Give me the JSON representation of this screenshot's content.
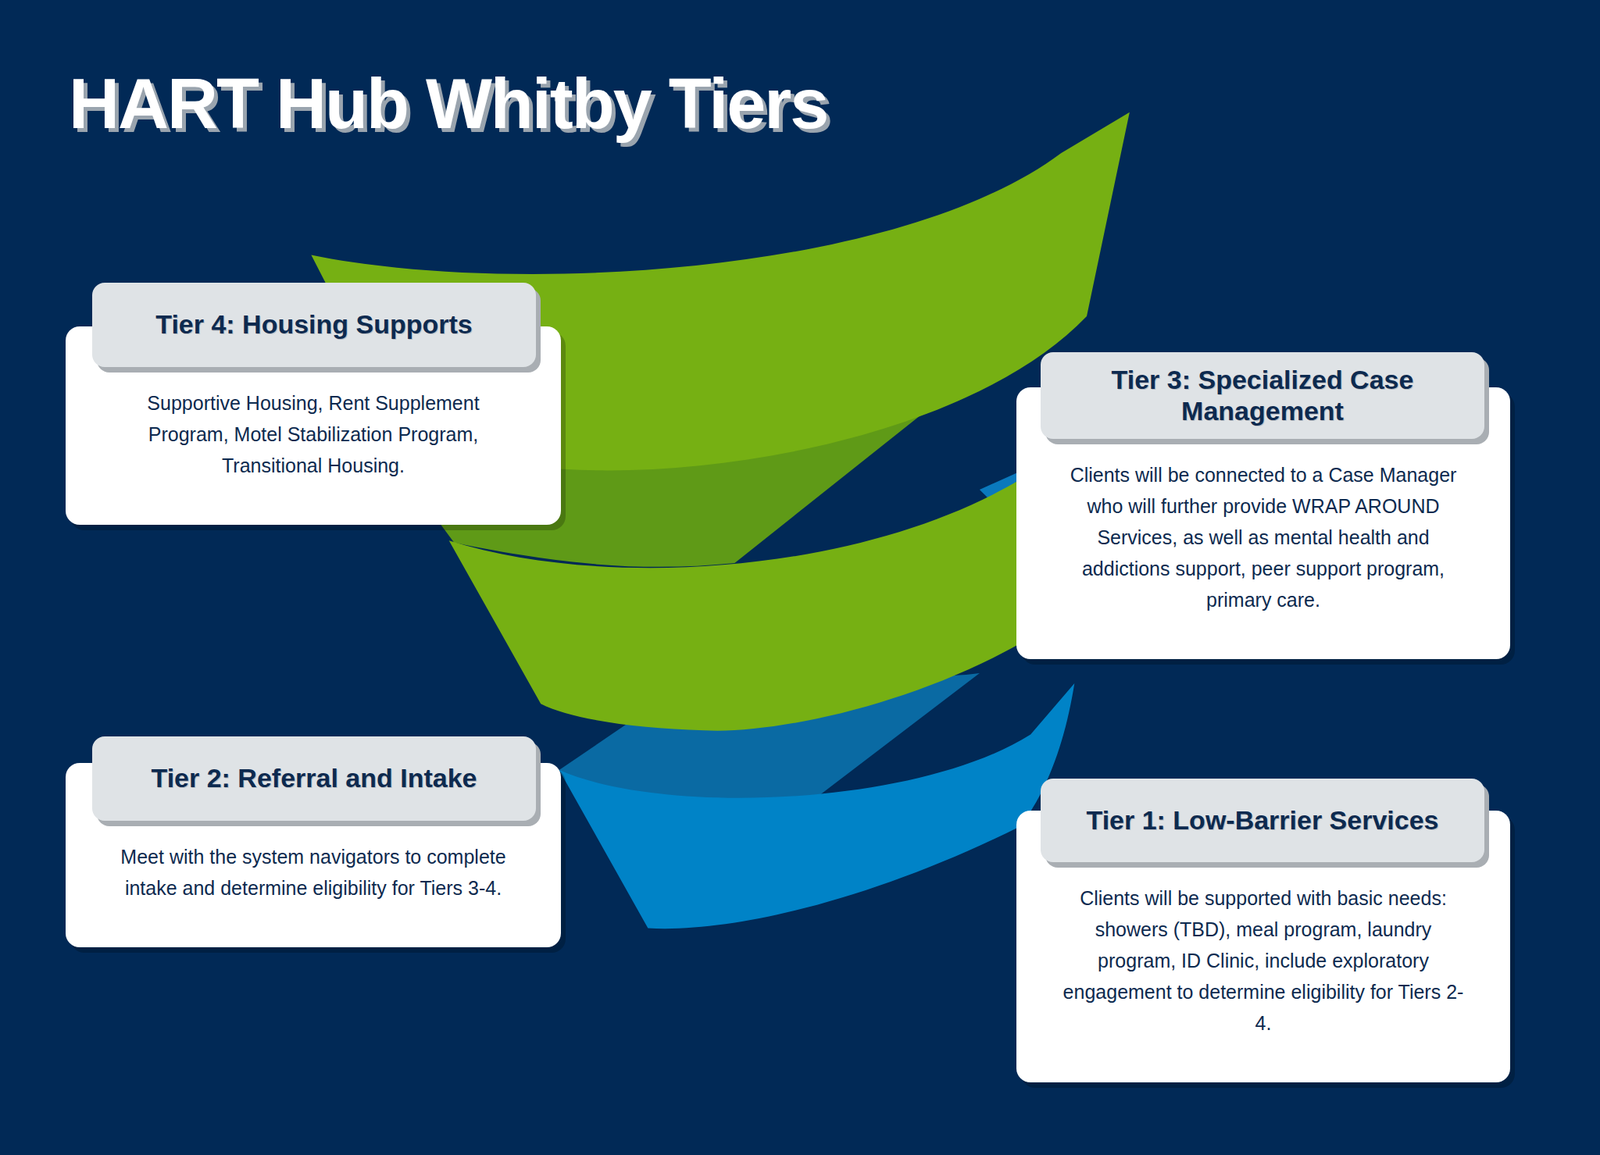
{
  "diagram": {
    "title": "HART Hub Whitby Tiers",
    "nodes": [
      {
        "text": [
          "Tier 4: Housing Supports",
          "Supportive Housing, Rent Supplement Program, Motel Stabilization Program, Transitional Housing."
        ]
      },
      {
        "text": [
          "Tier 3: Specialized Case Management",
          "Clients will be connected to a Case Manager who will further provide WRAP AROUND Services, as well as mental health and addictions support, peer support program, primary care."
        ]
      },
      {
        "text": [
          "Tier 2: Referral and Intake",
          "Meet with the system navigators to complete intake and determine eligibility for Tiers 3-4."
        ]
      },
      {
        "text": [
          "Tier 1: Low-Barrier Services",
          "Clients will be supported with basic needs: showers (TBD), meal program, laundry program, ID Clinic, include exploratory engagement to determine eligibility for Tiers 2-4."
        ]
      }
    ]
  }
}
